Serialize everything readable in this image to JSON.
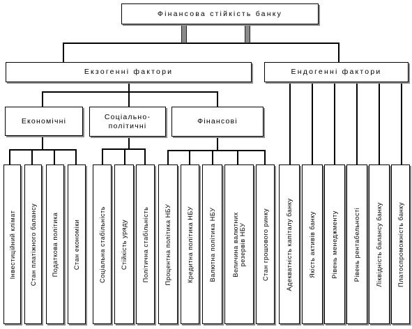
{
  "title": "Фінансова стійкість банку",
  "exogenous": {
    "label": "Екзогенні фактори",
    "groups": {
      "economic": {
        "label": "Економічні",
        "items": [
          "Інвестиційний клімат",
          "Стан платіжного балансу",
          "Податкова політика",
          "Стан економіки"
        ]
      },
      "socio_political": {
        "label": "Соціально-\nполітичні",
        "items": [
          "Соціальна стабільність",
          "Стійкість уряду",
          "Політична стабільність"
        ]
      },
      "financial": {
        "label": "Фінансові",
        "items": [
          "Процентна політика НБУ",
          "Кредитна політика НБУ",
          "Валютна політика НБУ",
          "Величина валютних\nрезервів НБУ",
          "Стан грошового ринку"
        ]
      }
    }
  },
  "endogenous": {
    "label": "Ендогенні фактори",
    "items": [
      "Адекватність капіталу банку",
      "Якість активів банку",
      "Рівень менеджменту",
      "Рівень рентабельності",
      "Ліквідність балансу банку",
      "Платоспроможність банку"
    ]
  }
}
